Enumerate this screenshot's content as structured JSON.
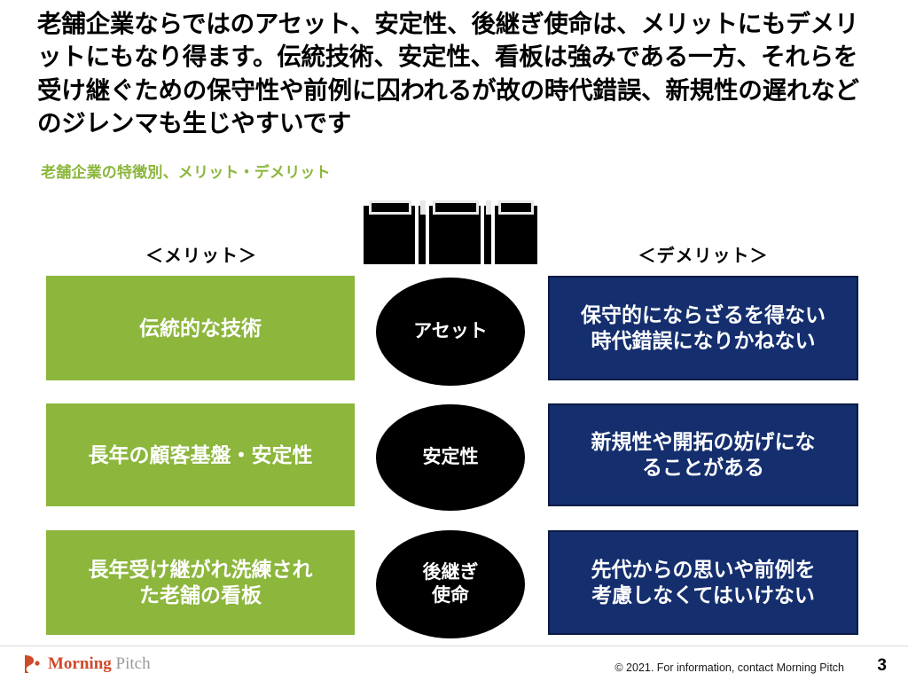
{
  "slide": {
    "headline": "老舗企業ならではのアセット、安定性、後継ぎ使命は、メリットにもデメリットにもなり得ます。伝統技術、安定性、看板は強みである一方、それらを受け継ぐための保守性や前例に囚われるが故の時代錯誤、新規性の遅れなどのジレンマも生じやすいです",
    "subtitle": "老舗企業の特徴別、メリット・デメリット"
  },
  "columns": {
    "merit_header": "＜メリット＞",
    "demerit_header": "＜デメリット＞"
  },
  "rows": [
    {
      "merit": "伝統的な技術",
      "topic": "アセット",
      "demerit": "保守的にならざるを得ない\n時代錯誤になりかねない"
    },
    {
      "merit": "長年の顧客基盤・安定性",
      "topic": "安定性",
      "demerit": "新規性や開拓の妨げにな\nることがある"
    },
    {
      "merit": "長年受け継がれ洗練され\nた老舗の看板",
      "topic": "後継ぎ\n使命",
      "demerit": "先代からの思いや前例を\n考慮しなくてはいけない"
    }
  ],
  "footer": {
    "logo_primary": "Morning",
    "logo_secondary": "Pitch",
    "copyright": "© 2021. For information, contact Morning Pitch",
    "page_number": "3"
  },
  "colors": {
    "merit_green": "#8CB63C",
    "demerit_blue": "#142E6E",
    "topic_black": "#000000",
    "subtitle_green": "#8CB63C",
    "logo_red": "#D0492B",
    "logo_gray": "#9a9a9a"
  }
}
